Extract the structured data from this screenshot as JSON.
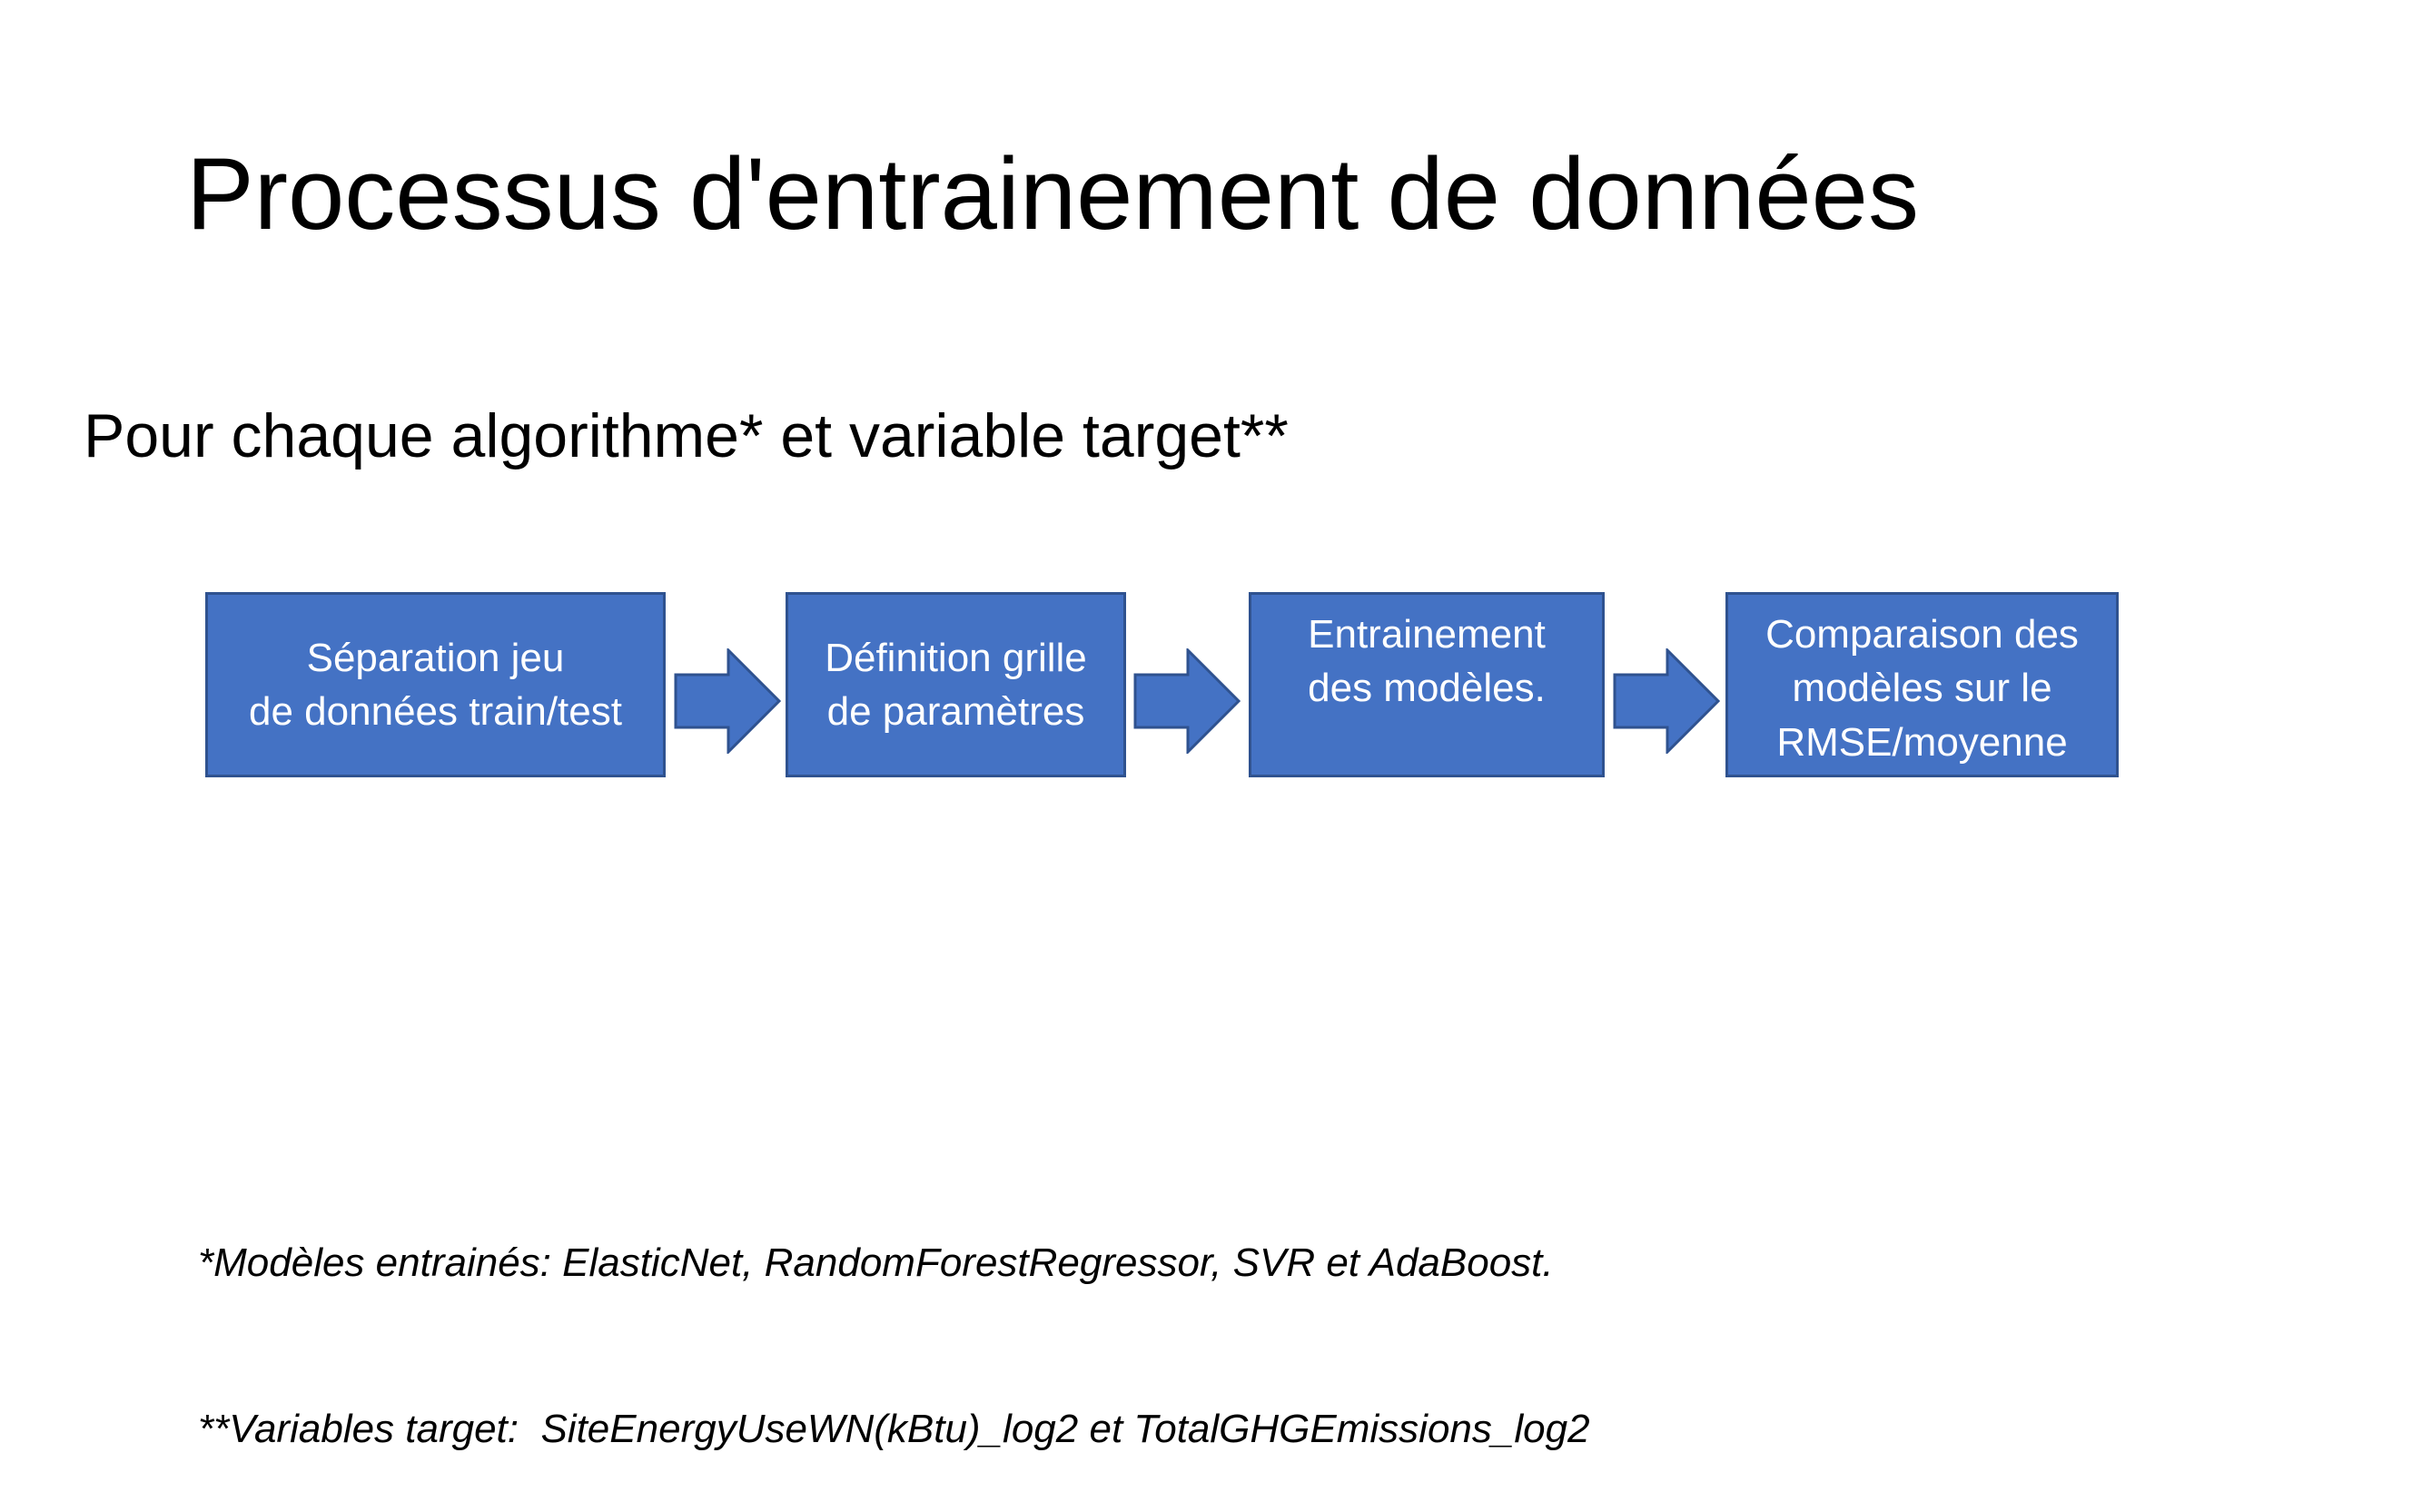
{
  "slide": {
    "title": "Processus d'entrainement de données",
    "subtitle": "Pour chaque algorithme* et variable target**"
  },
  "process": {
    "steps": [
      {
        "label": "Séparation jeu\nde données train/test"
      },
      {
        "label": "Définition grille\nde paramètres"
      },
      {
        "label": "Entrainement\ndes modèles."
      },
      {
        "label": "Comparaison des\nmodèles sur le\nRMSE/moyenne"
      }
    ],
    "arrow_icon": "right-arrow-icon"
  },
  "footnotes": {
    "models": "*Modèles entrainés: ElasticNet, RandomForestRegressor, SVR et AdaBoost.",
    "targets": "**Variables target:  SiteEnergyUseWN(kBtu)_log2 et TotalGHGEmissions_log2"
  },
  "colors": {
    "box_fill": "#4472c4",
    "box_border": "#2f528f",
    "box_text": "#ffffff",
    "text": "#000000",
    "background": "#ffffff"
  }
}
